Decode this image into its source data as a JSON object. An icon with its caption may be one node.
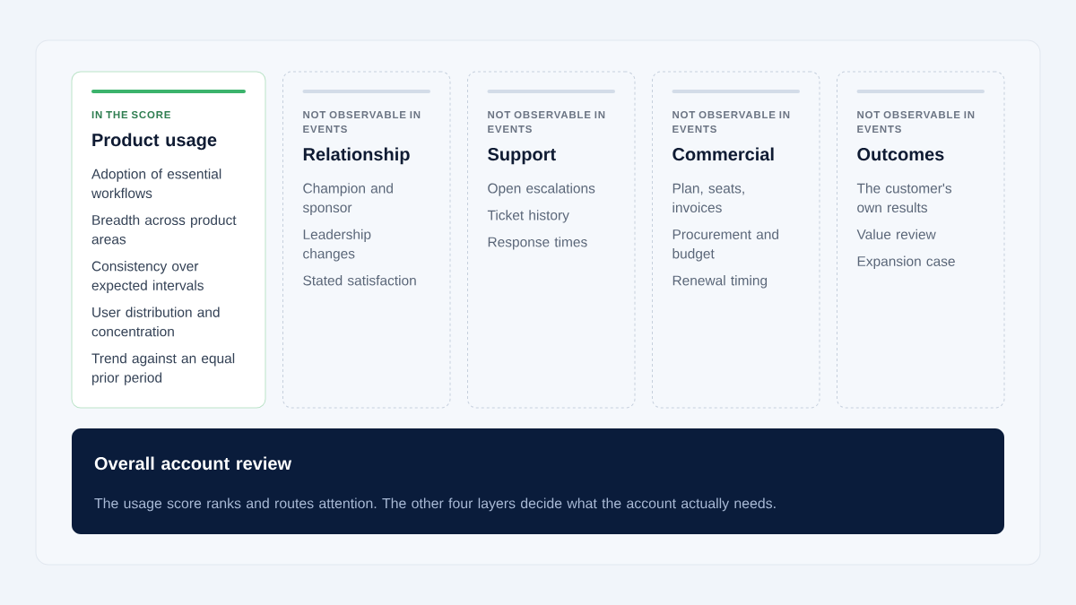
{
  "diagram": {
    "nodes": [
      {
        "text": [
          "IN THE SCORE",
          "Product usage",
          "Adoption of essential workflows",
          "Breadth across product areas",
          "Consistency over expected intervals",
          "User distribution and concentration",
          "Trend against an equal prior period"
        ]
      },
      {
        "text": [
          "NOT OBSERVABLE IN EVENTS",
          "Relationship",
          "Champion and sponsor",
          "Leadership changes",
          "Stated satisfaction"
        ]
      },
      {
        "text": [
          "NOT OBSERVABLE IN EVENTS",
          "Support",
          "Open escalations",
          "Ticket history",
          "Response times"
        ]
      },
      {
        "text": [
          "NOT OBSERVABLE IN EVENTS",
          "Commercial",
          "Plan, seats, invoices",
          "Procurement and budget",
          "Renewal timing"
        ]
      },
      {
        "text": [
          "NOT OBSERVABLE IN EVENTS",
          "Outcomes",
          "The customer's own results",
          "Value review",
          "Expansion case"
        ]
      },
      {
        "text": [
          "Overall account review",
          "The usage score ranks and routes attention. The other four layers decide what the account actually needs."
        ]
      }
    ]
  }
}
